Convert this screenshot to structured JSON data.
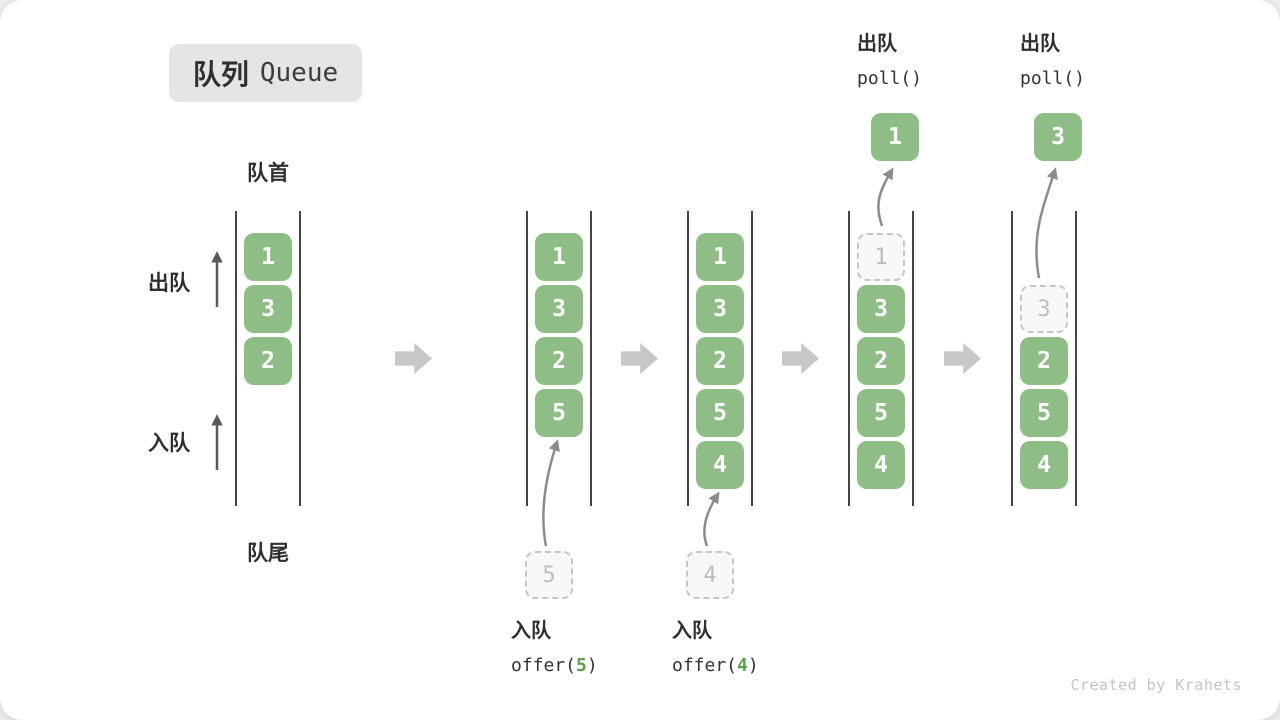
{
  "title": {
    "zh": "队列",
    "en": "Queue"
  },
  "labels": {
    "front": "队首",
    "rear": "队尾",
    "dequeue_side": "出队",
    "enqueue_side": "入队"
  },
  "footer": "Created by Krahets",
  "colors": {
    "box_green": "#8ebe85",
    "code_green": "#5ba04e",
    "badge_bg": "#e5e5e5",
    "text_dark": "#2f2f2f",
    "wall": "#454545",
    "dashed_border": "#c6c6c6",
    "dashed_text": "#bdbdbd",
    "dashed_bg": "#f8f8f8",
    "thin_arrow": "#8c8c8c",
    "side_arrow": "#5a5a5a",
    "flow_arrow": "#c7c7c7",
    "footer_text": "#c4c4c4"
  },
  "states": [
    {
      "name": "initial",
      "slots": [
        {
          "value": "1",
          "type": "filled"
        },
        {
          "value": "3",
          "type": "filled"
        },
        {
          "value": "2",
          "type": "filled"
        }
      ]
    },
    {
      "name": "after-offer-5",
      "slots": [
        {
          "value": "1",
          "type": "filled"
        },
        {
          "value": "3",
          "type": "filled"
        },
        {
          "value": "2",
          "type": "filled"
        },
        {
          "value": "5",
          "type": "filled"
        }
      ],
      "incoming_value": "5",
      "op_label": {
        "zh": "入队",
        "code_prefix": "offer(",
        "code_arg": "5",
        "code_suffix": ")"
      }
    },
    {
      "name": "after-offer-4",
      "slots": [
        {
          "value": "1",
          "type": "filled"
        },
        {
          "value": "3",
          "type": "filled"
        },
        {
          "value": "2",
          "type": "filled"
        },
        {
          "value": "5",
          "type": "filled"
        },
        {
          "value": "4",
          "type": "filled"
        }
      ],
      "incoming_value": "4",
      "op_label": {
        "zh": "入队",
        "code_prefix": "offer(",
        "code_arg": "4",
        "code_suffix": ")"
      }
    },
    {
      "name": "after-poll-1",
      "slots": [
        {
          "value": "1",
          "type": "dashed"
        },
        {
          "value": "3",
          "type": "filled"
        },
        {
          "value": "2",
          "type": "filled"
        },
        {
          "value": "5",
          "type": "filled"
        },
        {
          "value": "4",
          "type": "filled"
        }
      ],
      "outgoing_value": "1",
      "op_label": {
        "zh": "出队",
        "code": "poll()"
      }
    },
    {
      "name": "after-poll-3",
      "slots": [
        {
          "type": "empty"
        },
        {
          "value": "3",
          "type": "dashed"
        },
        {
          "value": "2",
          "type": "filled"
        },
        {
          "value": "5",
          "type": "filled"
        },
        {
          "value": "4",
          "type": "filled"
        }
      ],
      "outgoing_value": "3",
      "op_label": {
        "zh": "出队",
        "code": "poll()"
      }
    }
  ]
}
